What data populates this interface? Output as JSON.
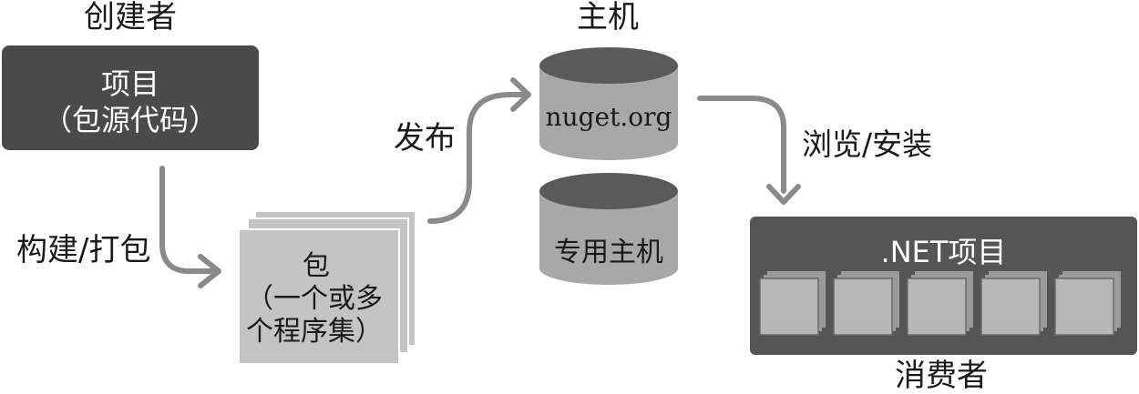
{
  "creator": {
    "title": "创建者",
    "box_line1": "项目",
    "box_line2": "（包源代码）"
  },
  "build_label": "构建/打包",
  "package": {
    "line1": "包",
    "line2": "（一个或多",
    "line3": "个程序集）"
  },
  "publish_label": "发布",
  "host": {
    "title": "主机",
    "public_db": "nuget.org",
    "private_db": "专用主机"
  },
  "browse_label": "浏览/安装",
  "consumer": {
    "project_title": ".NET项目",
    "label": "消费者"
  },
  "colors": {
    "dark_box": "#4a4a4a",
    "consumer_box": "#555555",
    "db_top": "#5a5a5a",
    "db_body": "#a8a8a8",
    "package_fill": "#c4c4c4",
    "arrow": "#8a8a8a"
  }
}
